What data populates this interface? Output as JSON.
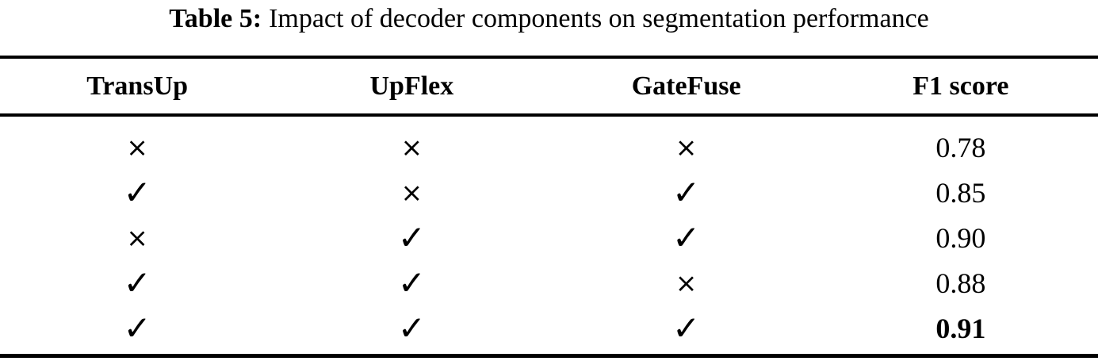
{
  "caption": {
    "label": "Table 5:",
    "text": "Impact of decoder components on segmentation performance"
  },
  "columns": [
    "TransUp",
    "UpFlex",
    "GateFuse",
    "F1 score"
  ],
  "symbols": {
    "check": "✓",
    "cross": "×"
  },
  "rows": [
    {
      "cells": [
        "cross",
        "cross",
        "cross"
      ],
      "f1": "0.78",
      "bold": false
    },
    {
      "cells": [
        "check",
        "cross",
        "check"
      ],
      "f1": "0.85",
      "bold": false
    },
    {
      "cells": [
        "cross",
        "check",
        "check"
      ],
      "f1": "0.90",
      "bold": false
    },
    {
      "cells": [
        "check",
        "check",
        "cross"
      ],
      "f1": "0.88",
      "bold": false
    },
    {
      "cells": [
        "check",
        "check",
        "check"
      ],
      "f1": "0.91",
      "bold": true
    }
  ],
  "colors": {
    "text": "#000000",
    "background": "#ffffff",
    "rule": "#000000"
  }
}
